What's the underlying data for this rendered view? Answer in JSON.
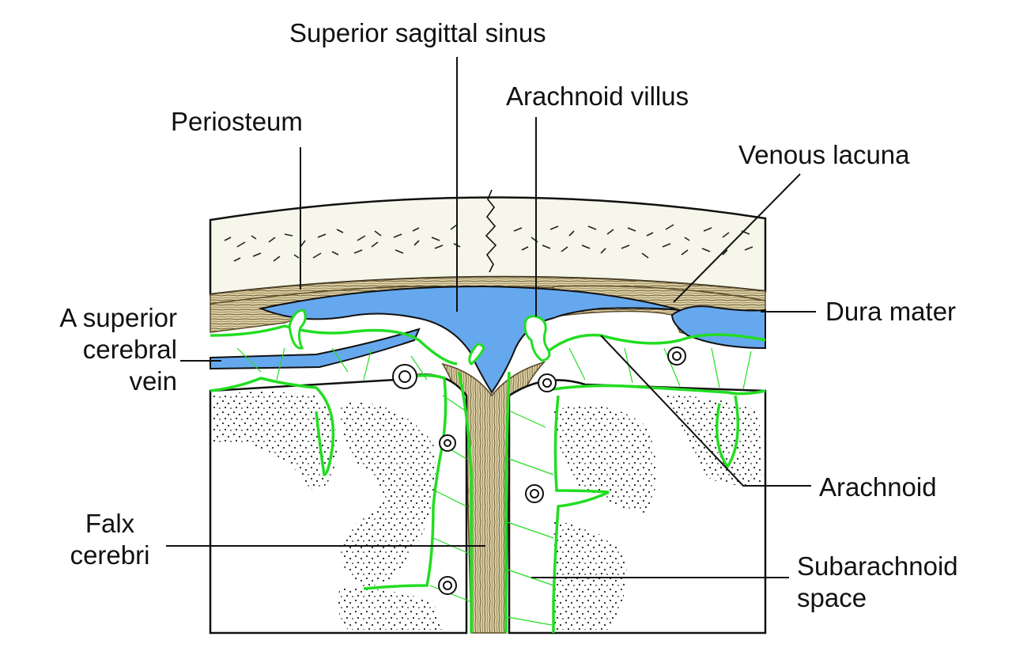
{
  "colors": {
    "bone": "#f4f4e6",
    "dura": "#ddd2a8",
    "dura_line": "#5a4a2a",
    "blood": "#66a8ee",
    "arachnoid": "#22dd22",
    "outline": "#111111"
  },
  "labels": {
    "superior_sagittal_sinus": "Superior sagittal sinus",
    "arachnoid_villus": "Arachnoid villus",
    "periosteum": "Periosteum",
    "venous_lacuna": "Venous lacuna",
    "dura_mater": "Dura mater",
    "superior_cerebral_vein": [
      "A superior",
      "cerebral",
      "vein"
    ],
    "arachnoid": "Arachnoid",
    "falx_cerebri": [
      "Falx",
      "cerebri"
    ],
    "subarachnoid_space": [
      "Subarachnoid",
      "space"
    ]
  }
}
